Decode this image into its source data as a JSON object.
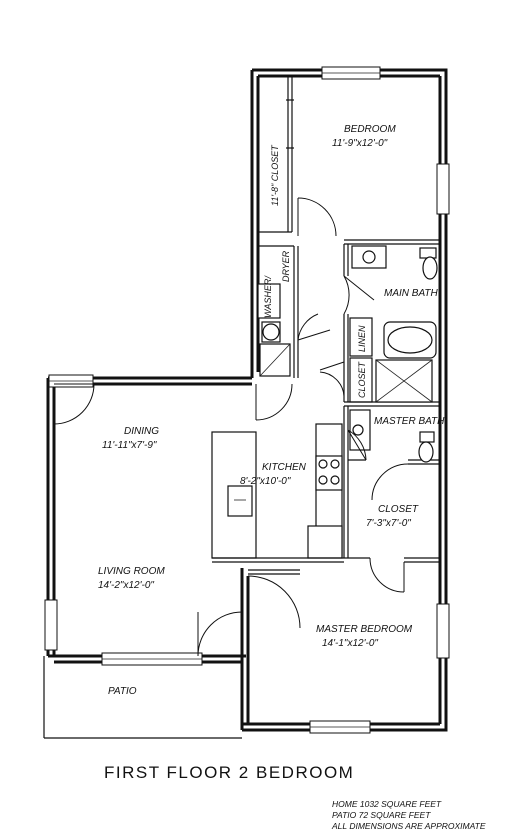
{
  "rooms": {
    "bedroom": {
      "name": "BEDROOM",
      "dims": "11'-9\"x12'-0\""
    },
    "closet_top": {
      "name": "11'-8\" CLOSET"
    },
    "washer_dryer": {
      "washer": "WASHER/",
      "dryer": "DRYER"
    },
    "main_bath": {
      "name": "MAIN BATH"
    },
    "linen": {
      "name": "LINEN"
    },
    "closet_small": {
      "name": "CLOSET"
    },
    "master_bath": {
      "name": "MASTER BATH"
    },
    "dining": {
      "name": "DINING",
      "dims": "11'-11\"x7'-9\""
    },
    "kitchen": {
      "name": "KITCHEN",
      "dims": "8'-2\"x10'-0\""
    },
    "closet_master": {
      "name": "CLOSET",
      "dims": "7'-3\"x7'-0\""
    },
    "living_room": {
      "name": "LIVING ROOM",
      "dims": "14'-2\"x12'-0\""
    },
    "master_bedroom": {
      "name": "MASTER BEDROOM",
      "dims": "14'-1\"x12'-0\""
    },
    "patio": {
      "name": "PATIO"
    }
  },
  "title": "FIRST FLOOR 2 BEDROOM",
  "notes": {
    "home": "HOME 1032 SQUARE FEET",
    "patio": "PATIO 72 SQUARE FEET",
    "disclaimer": "ALL DIMENSIONS ARE APPROXIMATE"
  }
}
